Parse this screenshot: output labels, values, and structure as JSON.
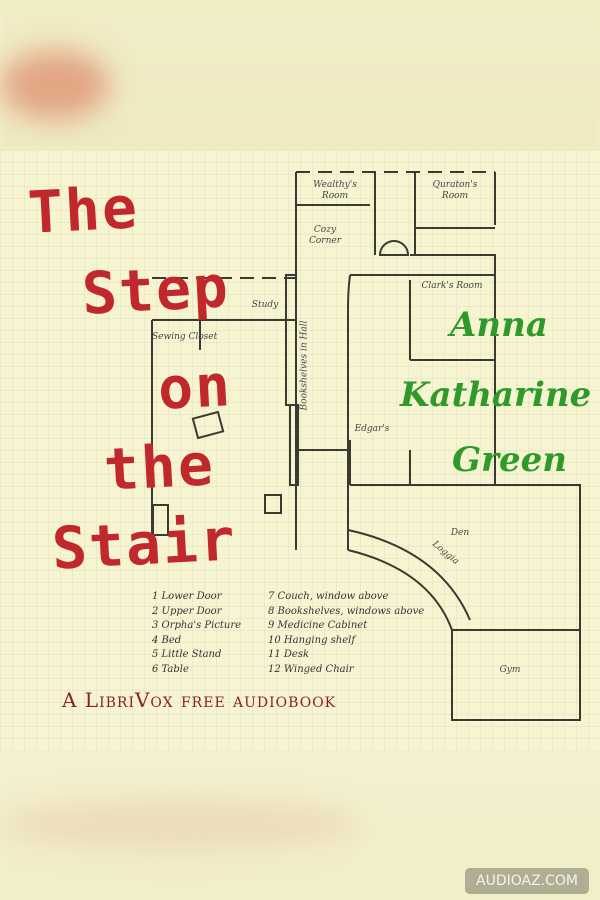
{
  "cover": {
    "title_words": [
      "The",
      "Step",
      "on",
      "the",
      "Stair"
    ],
    "author_lines": [
      "Anna",
      "Katharine",
      "Green"
    ],
    "publisher_line": "A LibriVox free audiobook",
    "title_color": "#c0282c",
    "author_color": "#2f9a2a"
  },
  "floor_plan": {
    "rooms": [
      "Wealthy's Room",
      "Quraton's Room",
      "Cozy Corner",
      "Clark's Room",
      "Edgar's",
      "Den",
      "Loggia",
      "Gym",
      "Bookshelves in Hall",
      "Study",
      "Sewing Closet"
    ],
    "legend_left": [
      "1 Lower Door",
      "2 Upper Door",
      "3 Orpha's Picture",
      "4 Bed",
      "5 Little Stand",
      "6 Table"
    ],
    "legend_right": [
      "7 Couch, window above",
      "8 Bookshelves, windows above",
      "9 Medicine Cabinet",
      "10 Hanging shelf",
      "11 Desk",
      "12 Winged Chair"
    ]
  },
  "watermark": "AUDIOAZ.COM"
}
